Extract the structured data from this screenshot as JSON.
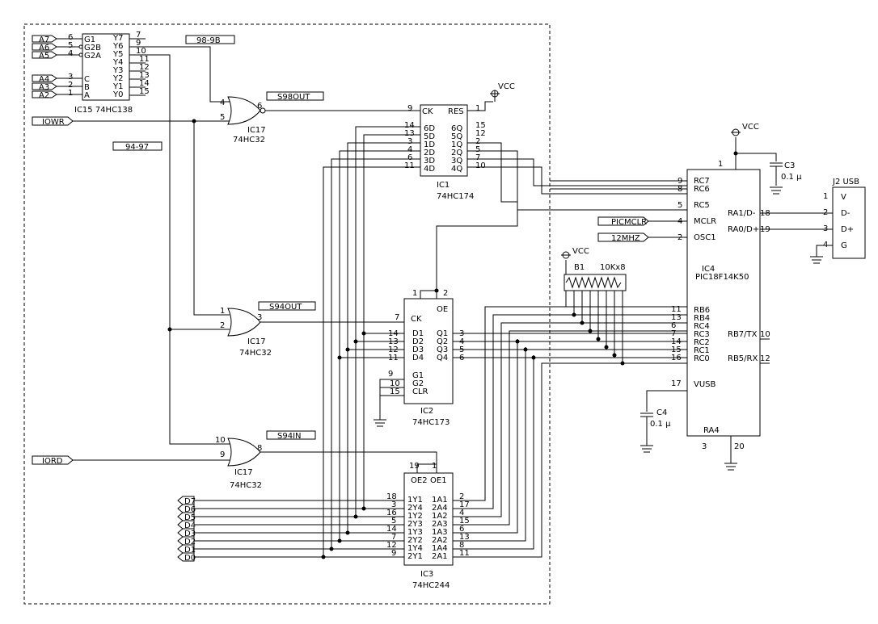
{
  "ic15": {
    "label": "IC15 74HC138",
    "pins_in": [
      {
        "n": "6",
        "name": "G1"
      },
      {
        "n": "5",
        "name": "G2B"
      },
      {
        "n": "4",
        "name": "G2A"
      },
      {
        "n": "3",
        "name": "C"
      },
      {
        "n": "2",
        "name": "B"
      },
      {
        "n": "1",
        "name": "A"
      }
    ],
    "pins_out": [
      {
        "n": "7",
        "name": "Y7"
      },
      {
        "n": "9",
        "name": "Y6"
      },
      {
        "n": "10",
        "name": "Y5"
      },
      {
        "n": "11",
        "name": "Y4"
      },
      {
        "n": "12",
        "name": "Y3"
      },
      {
        "n": "13",
        "name": "Y2"
      },
      {
        "n": "14",
        "name": "Y1"
      },
      {
        "n": "15",
        "name": "Y0"
      }
    ]
  },
  "addr_ports": [
    "A7",
    "A6",
    "A5",
    "A4",
    "A3",
    "A2"
  ],
  "ports": {
    "iowr": "IOWR",
    "iord": "IORD",
    "picmclr": "PICMCLR",
    "mhz": "12MHZ"
  },
  "data_ports": [
    "D7",
    "D6",
    "D5",
    "D4",
    "D3",
    "D2",
    "D1",
    "D0"
  ],
  "net_labels": {
    "s98b": "98-9B",
    "s9497": "94-97",
    "s98out": "S98OUT",
    "s94out": "S94OUT",
    "s94in": "S94IN"
  },
  "gate_a": {
    "in1": "4",
    "in2": "5",
    "out": "6",
    "name": "IC17",
    "part": "74HC32"
  },
  "gate_b": {
    "in1": "1",
    "in2": "2",
    "out": "3",
    "name": "IC17",
    "part": "74HC32"
  },
  "gate_c": {
    "in1": "10",
    "in2": "9",
    "out": "8",
    "name": "IC17",
    "part": "74HC32"
  },
  "vcc": "VCC",
  "ic1": {
    "name": "IC1",
    "part": "74HC174",
    "ck": "CK",
    "res": "RES",
    "ck_pin": "9",
    "res_pin": "1",
    "in_names": [
      "6D",
      "5D",
      "1D",
      "2D",
      "3D",
      "4D"
    ],
    "in_pins": [
      "14",
      "13",
      "3",
      "4",
      "6",
      "11"
    ],
    "out_names": [
      "6Q",
      "5Q",
      "1Q",
      "2Q",
      "3Q",
      "4Q"
    ],
    "out_pins": [
      "15",
      "12",
      "2",
      "5",
      "7",
      "10"
    ]
  },
  "ic2": {
    "name": "IC2",
    "part": "74HC173",
    "pin1": "1",
    "pin2": "2",
    "oe": "OE",
    "ck": "CK",
    "ck_pin": "7",
    "d_names": [
      "D1",
      "D2",
      "D3",
      "D4"
    ],
    "d_pins": [
      "14",
      "13",
      "12",
      "11"
    ],
    "q_names": [
      "Q1",
      "Q2",
      "Q3",
      "Q4"
    ],
    "q_pins": [
      "3",
      "4",
      "5",
      "6"
    ],
    "g_names": [
      "G1",
      "G2",
      "CLR"
    ],
    "g_pins": [
      "9",
      "10",
      "15"
    ]
  },
  "ic3": {
    "name": "IC3",
    "part": "74HC244",
    "oe2": "OE2",
    "oe1": "OE1",
    "oe2_pin": "19",
    "oe1_pin": "1",
    "left_names": [
      "1Y1",
      "2Y4",
      "1Y2",
      "2Y3",
      "1Y3",
      "2Y2",
      "1Y4",
      "2Y1"
    ],
    "left_pins": [
      "18",
      "3",
      "16",
      "5",
      "14",
      "7",
      "12",
      "9"
    ],
    "right_names": [
      "1A1",
      "2A4",
      "1A2",
      "2A3",
      "1A3",
      "2A2",
      "1A4",
      "2A1"
    ],
    "right_pins": [
      "2",
      "17",
      "4",
      "15",
      "6",
      "13",
      "8",
      "11"
    ]
  },
  "b1": {
    "name": "B1",
    "value": "10Kx8"
  },
  "ic4": {
    "name": "IC4",
    "part": "PIC18F14K50",
    "top_pin": "1",
    "left_names": [
      "RC7",
      "RC6",
      "RC5",
      "MCLR",
      "OSC1"
    ],
    "left_pins": [
      "9",
      "8",
      "5",
      "4",
      "2"
    ],
    "rb_names": [
      "RB6",
      "RB4",
      "RC4",
      "RC3",
      "RC2",
      "RC1",
      "RC0"
    ],
    "rb_pins": [
      "11",
      "13",
      "6",
      "7",
      "14",
      "15",
      "16"
    ],
    "vusb": "VUSB",
    "vusb_pin": "17",
    "ra4": "RA4",
    "ra4_pin": "3",
    "gnd_pin": "20",
    "right_names": [
      "RA1/D-",
      "RA0/D+",
      "RB7/TX",
      "RB5/RX"
    ],
    "right_pins": [
      "18",
      "19",
      "10",
      "12"
    ]
  },
  "c3": {
    "name": "C3",
    "value": "0.1 μ"
  },
  "c4": {
    "name": "C4",
    "value": "0.1 μ"
  },
  "j2": {
    "name": "J2 USB",
    "pins": [
      "1",
      "2",
      "3",
      "4"
    ],
    "names": [
      "V",
      "D-",
      "D+",
      "G"
    ]
  }
}
